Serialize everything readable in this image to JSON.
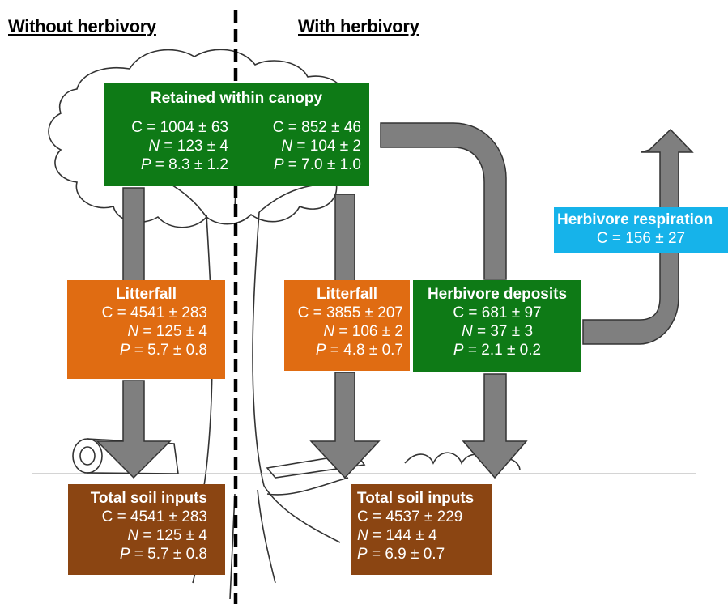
{
  "headings": {
    "without": "Without herbivory",
    "with": "With herbivory"
  },
  "canopy": {
    "title": "Retained within canopy",
    "left": {
      "c": "C = 1004 ± 63",
      "n_sym": "N",
      "n_val": " = 123 ± 4",
      "p_sym": "P",
      "p_val": " = 8.3 ± 1.2"
    },
    "right": {
      "c": "C = 852 ± 46",
      "n_sym": "N",
      "n_val": " = 104 ± 2",
      "p_sym": "P",
      "p_val": " = 7.0 ± 1.0"
    }
  },
  "litterfall_without": {
    "title": "Litterfall",
    "c": "C = 4541 ± 283",
    "n_sym": "N",
    "n_val": " = 125 ± 4",
    "p_sym": "P",
    "p_val": " = 5.7 ± 0.8"
  },
  "litterfall_with": {
    "title": "Litterfall",
    "c": "C = 3855 ± 207",
    "n_sym": "N",
    "n_val": " = 106 ± 2",
    "p_sym": "P",
    "p_val": " = 4.8 ± 0.7"
  },
  "deposits": {
    "title": "Herbivore deposits",
    "c": "C = 681 ± 97",
    "n_sym": "N",
    "n_val": " = 37 ± 3",
    "p_sym": "P",
    "p_val": " = 2.1 ± 0.2"
  },
  "respiration": {
    "title": "Herbivore respiration",
    "c": "C = 156 ± 27"
  },
  "soil_without": {
    "title": "Total soil inputs",
    "c": "C = 4541 ± 283",
    "n_sym": "N",
    "n_val": " = 125 ± 4",
    "p_sym": "P",
    "p_val": " = 5.7 ± 0.8"
  },
  "soil_with": {
    "title": "Total soil inputs",
    "c": "C = 4537 ± 229",
    "n_sym": "N",
    "n_val": " = 144 ± 4",
    "p_sym": "P",
    "p_val": " = 6.9 ± 0.7"
  },
  "colors": {
    "canopy": "#0e7a16",
    "litterfall": "#e06c12",
    "soil": "#8b4512",
    "respiration": "#16b3ea",
    "arrow": "#7f7f7f"
  }
}
